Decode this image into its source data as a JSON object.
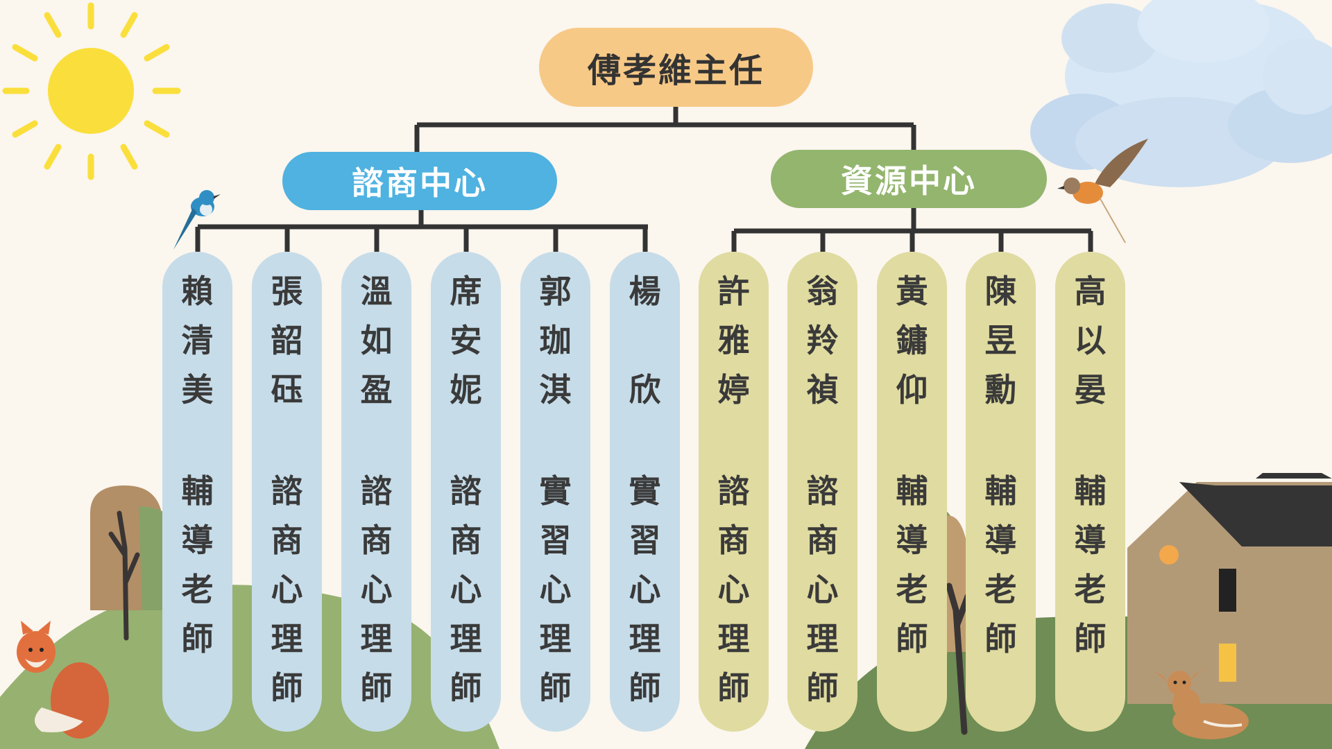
{
  "director": {
    "label": "傅孝維主任"
  },
  "departments": [
    {
      "label": "諮商中心",
      "color": "#4fb2e0",
      "column_color": "#c6dce9",
      "staff": [
        {
          "name": "賴清美",
          "title": "輔導老師"
        },
        {
          "name": "張韶砡",
          "title": "諮商心理師"
        },
        {
          "name": "溫如盈",
          "title": "諮商心理師"
        },
        {
          "name": "席安妮",
          "title": "諮商心理師"
        },
        {
          "name": "郭珈淇",
          "title": "實習心理師"
        },
        {
          "name": "楊 欣",
          "title": "實習心理師"
        }
      ]
    },
    {
      "label": "資源中心",
      "color": "#93b56e",
      "column_color": "#e0dba0",
      "staff": [
        {
          "name": "許雅婷",
          "title": "諮商心理師"
        },
        {
          "name": "翁羚禎",
          "title": "諮商心理師"
        },
        {
          "name": "黃鏞仰",
          "title": "輔導老師"
        },
        {
          "name": "陳昱勳",
          "title": "輔導老師"
        },
        {
          "name": "高以晏",
          "title": "輔導老師"
        }
      ]
    }
  ],
  "decorations": [
    "sun-icon",
    "cloud-icon",
    "bluebird-icon",
    "robin-icon",
    "fox-icon",
    "deer-icon",
    "tree-icon",
    "house-icon",
    "hills"
  ]
}
